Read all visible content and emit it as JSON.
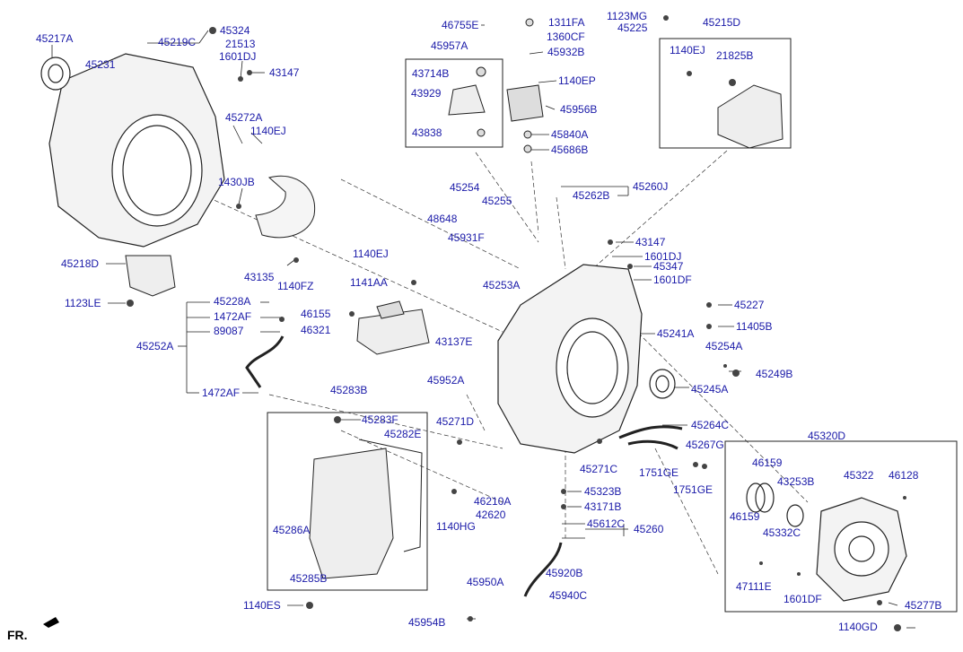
{
  "accent_color": "#1a1aa8",
  "orientation_label": "FR.",
  "part_labels": {
    "p45217A": "45217A",
    "p45219C": "45219C",
    "p45324": "45324",
    "p21513": "21513",
    "p1601DJ_a": "1601DJ",
    "p45231": "45231",
    "p43147_a": "43147",
    "p45272A": "45272A",
    "p1140EJ_a": "1140EJ",
    "p1430JB": "1430JB",
    "p45218D": "45218D",
    "p43135": "43135",
    "p1140FZ": "1140FZ",
    "p1123LE": "1123LE",
    "p45228A": "45228A",
    "p1472AF_a": "1472AF",
    "p89087": "89087",
    "p45252A": "45252A",
    "p1472AF_b": "1472AF",
    "p45283B": "45283B",
    "p45283F": "45283F",
    "p45282E": "45282E",
    "p45286A": "45286A",
    "p45285B": "45285B",
    "p1140ES": "1140ES",
    "p46755E": "46755E",
    "p45957A": "45957A",
    "p43714B": "43714B",
    "p43929": "43929",
    "p43838": "43838",
    "p1311FA": "1311FA",
    "p1360CF": "1360CF",
    "p45932B": "45932B",
    "p1140EP": "1140EP",
    "p45956B": "45956B",
    "p45840A": "45840A",
    "p45686B": "45686B",
    "p1123MG": "1123MG",
    "p45225": "45225",
    "p45215D": "45215D",
    "p1140EJ_b": "1140EJ",
    "p21825B": "21825B",
    "p45260J": "45260J",
    "p45262B": "45262B",
    "p45254": "45254",
    "p45255": "45255",
    "p48648": "48648",
    "p45931F": "45931F",
    "p1140EJ_c": "1140EJ",
    "p45253A": "45253A",
    "p43147_b": "43147",
    "p1601DJ_b": "1601DJ",
    "p45347": "45347",
    "p1601DF_a": "1601DF",
    "p1141AA": "1141AA",
    "p45227": "45227",
    "p46155": "46155",
    "p46321": "46321",
    "p43137E": "43137E",
    "p11405B": "11405B",
    "p45241A": "45241A",
    "p45254A": "45254A",
    "p45249B": "45249B",
    "p45952A": "45952A",
    "p45245A": "45245A",
    "p45271D": "45271D",
    "p45264C": "45264C",
    "p45267G": "45267G",
    "p45271C": "45271C",
    "p1751GE_a": "1751GE",
    "p1751GE_b": "1751GE",
    "p45323B": "45323B",
    "p46210A": "46210A",
    "p42620": "42620",
    "p43171B": "43171B",
    "p1140HG": "1140HG",
    "p45612C": "45612C",
    "p45260": "45260",
    "p45920B": "45920B",
    "p45950A": "45950A",
    "p45940C": "45940C",
    "p45954B": "45954B",
    "p45320D": "45320D",
    "p46159_a": "46159",
    "p45322": "45322",
    "p46128": "46128",
    "p43253B": "43253B",
    "p46159_b": "46159",
    "p45332C": "45332C",
    "p47111E": "47111E",
    "p1601DF_b": "1601DF",
    "p45277B": "45277B",
    "p1140GD": "1140GD"
  }
}
